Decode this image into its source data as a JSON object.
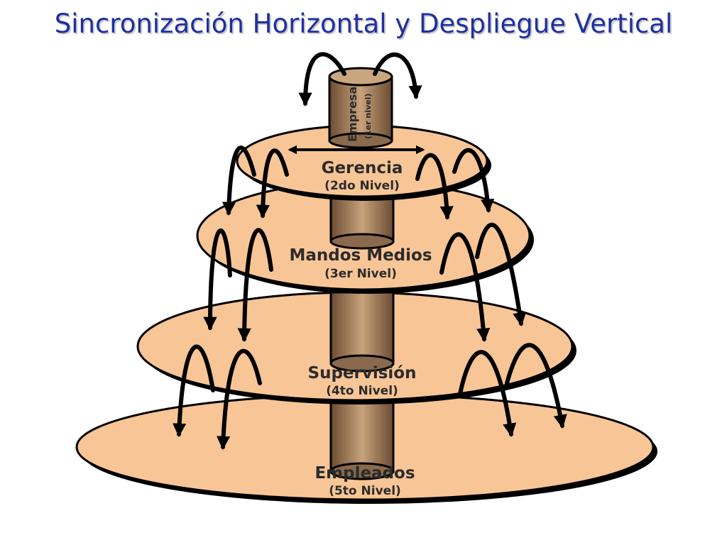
{
  "title": "Sincronización Horizontal y Despliegue Vertical",
  "colors": {
    "title": "#1f2fa0",
    "disc_fill": "#f8c596",
    "pillar_dark": "#7a5a3f",
    "pillar_light": "#c09a72",
    "arrow": "#000000"
  },
  "levels": [
    {
      "name": "Empresa",
      "sublabel": "(1er nivel)"
    },
    {
      "name": "Gerencia",
      "sublabel": "(2do Nivel)"
    },
    {
      "name": "Mandos Medios",
      "sublabel": "(3er Nivel)"
    },
    {
      "name": "Supervisión",
      "sublabel": "(4to Nivel)"
    },
    {
      "name": "Empleados",
      "sublabel": "(5to Nivel)"
    }
  ]
}
